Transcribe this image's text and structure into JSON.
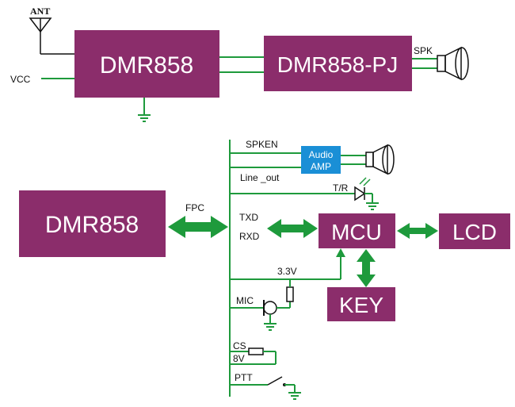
{
  "top": {
    "antenna_label": "ANT",
    "vcc_label": "VCC",
    "module_label": "DMR858",
    "pj_label": "DMR858-PJ",
    "spk_label": "SPK"
  },
  "bottom": {
    "module_label": "DMR858",
    "fpc_label": "FPC",
    "spken_label": "SPKEN",
    "audio_amp_label_line1": "Audio",
    "audio_amp_label_line2": "AMP",
    "line_out_label": "Line _out",
    "tr_label": "T/R",
    "txd_label": "TXD",
    "rxd_label": "RXD",
    "mcu_label": "MCU",
    "lcd_label": "LCD",
    "key_label": "KEY",
    "v33_label": "3.3V",
    "mic_label": "MIC",
    "cs_label": "CS",
    "v8_label": "8V",
    "ptt_label": "PTT"
  },
  "colors": {
    "module_fill": "#8b2d6b",
    "amp_fill": "#1a8fd6",
    "arrow_green": "#1e9a3c",
    "wire_green": "#1e9a3c"
  }
}
